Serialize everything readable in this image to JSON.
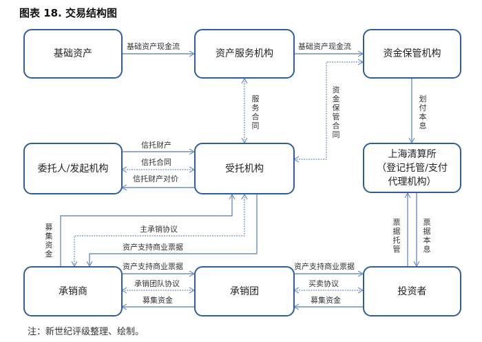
{
  "title": "图表 18. 交易结构图",
  "note": "注：新世纪评级整理、绘制。",
  "colors": {
    "box_border": "#2e5e9a",
    "line": "#6b8fc1"
  },
  "nodes": {
    "underlying_assets": "基础资产",
    "asset_servicer": "资产服务机构",
    "custodian": "资金保管机构",
    "settlor": "委托人/发起机构",
    "trustee": "受托机构",
    "clearing_house": "上海清算所\n（登记托管/支付\n代理机构）",
    "lead_underwriter": "承销商",
    "syndicate": "承销团",
    "investor": "投资者"
  },
  "edges": {
    "assets_to_servicer": "基础资产现金流",
    "servicer_to_custodian": "基础资产现金流",
    "service_contract": "服务合同",
    "custody_contract": "资金保管合同",
    "pay_principal_interest": "划付本息",
    "trust_property": "信托财产",
    "trust_contract": "信托合同",
    "trust_consideration": "信托财产对价",
    "raise_funds_left": "募集资金",
    "lead_underwriting_agreement": "主承销协议",
    "abcp_from_trustee": "资产支持商业票据",
    "abcp_to_syndicate": "资产支持商业票据",
    "syndicate_agreement": "承销团队协议",
    "syndicate_funds": "募集资金",
    "abcp_to_investor": "资产支持商业票据",
    "sale_agreement": "买卖协议",
    "investor_funds": "募集资金",
    "note_custody": "票据托管",
    "note_principal_interest": "票据本息"
  }
}
